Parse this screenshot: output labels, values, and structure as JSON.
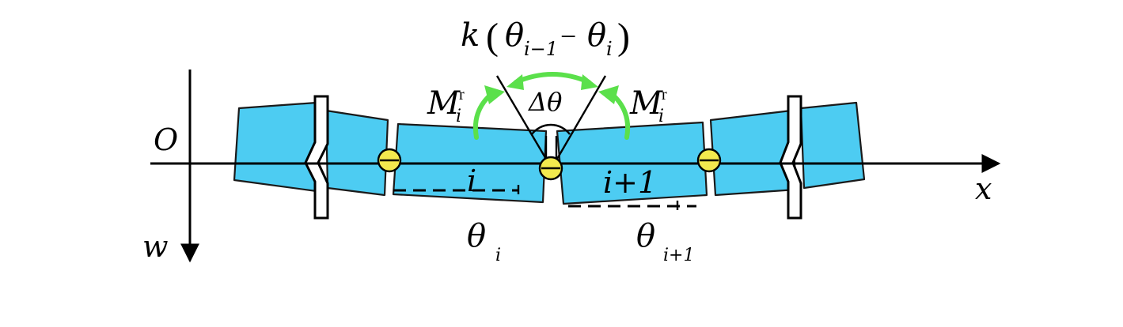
{
  "labels": {
    "origin": "O",
    "x_axis": "x",
    "w_axis": "w",
    "spring_k": "k",
    "spring_open": "(",
    "spring_theta_a": "θ",
    "spring_sub_a": "i−1",
    "spring_minus": "−",
    "spring_theta_b": "θ",
    "spring_sub_b": "i",
    "spring_close": ")",
    "moment_left": "M",
    "moment_left_sup": "r",
    "moment_left_sub": "i",
    "moment_right": "M",
    "moment_right_sup": "r",
    "moment_right_sub": "i",
    "delta_theta": "Δθ",
    "element_i": "i",
    "element_i1": "i+1",
    "theta_i": "θ",
    "theta_i_sub": "i",
    "theta_i1": "θ",
    "theta_i1_sub": "i+1"
  },
  "colors": {
    "element_fill": "#4DCCF2",
    "hinge_fill": "#F2E94E",
    "moment_arrow": "#5BE04B"
  }
}
